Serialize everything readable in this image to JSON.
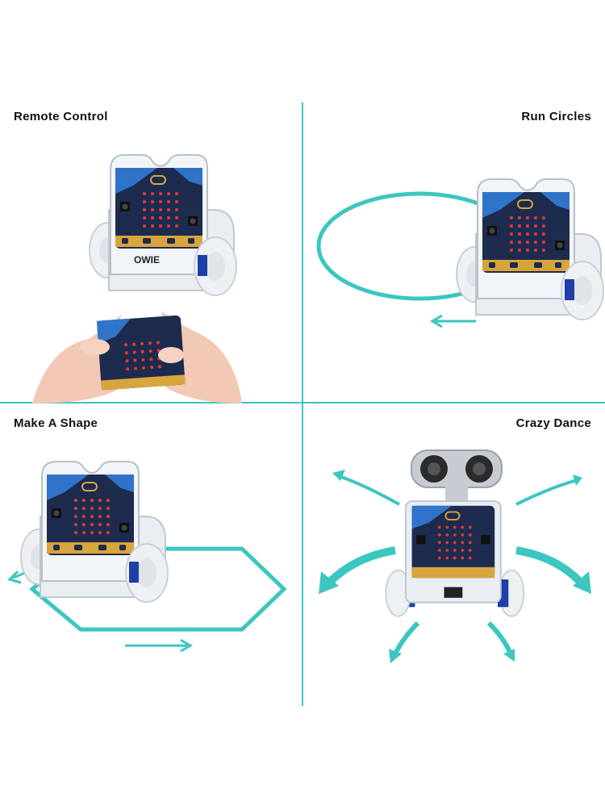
{
  "panels": {
    "top_left": {
      "title": "Remote Control"
    },
    "top_right": {
      "title": "Run Circles"
    },
    "bottom_left": {
      "title": "Make A Shape"
    },
    "bottom_right": {
      "title": "Crazy Dance"
    }
  },
  "robot": {
    "badge_text": "OWIE"
  },
  "colors": {
    "accent": "#3cc6c0",
    "board": "#1d2b4f",
    "gold": "#d8a43c",
    "led": "#e23a2e",
    "wheel": "#eef1f4",
    "motor": "#1e3fa8"
  }
}
